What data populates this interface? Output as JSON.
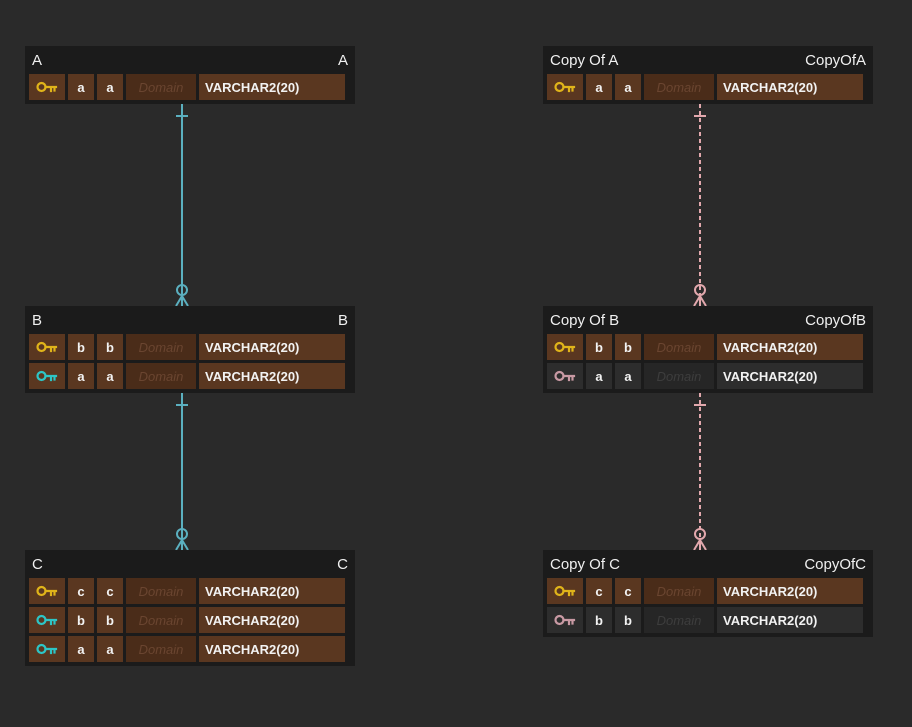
{
  "colors": {
    "background": "#2a2a2a",
    "entity_background": "#1b1b1b",
    "key_pk": "#e0b41a",
    "key_fk_identifying": "#2dc6c6",
    "key_fk_copy": "#c99aa4",
    "link_solid": "#5bb0c0",
    "link_dashed": "#e2a8ad",
    "pk_row": "#5a3720",
    "attr_row": "#2d2d2d"
  },
  "entities": [
    {
      "id": "A",
      "name": "A",
      "label": "A",
      "rows": [
        {
          "kind": "pk",
          "key_icon": "key-icon-pk",
          "col1": "a",
          "col2": "a",
          "domain": "Domain",
          "type": "VARCHAR2(20)"
        }
      ]
    },
    {
      "id": "B",
      "name": "B",
      "label": "B",
      "rows": [
        {
          "kind": "pk",
          "key_icon": "key-icon-pk",
          "col1": "b",
          "col2": "b",
          "domain": "Domain",
          "type": "VARCHAR2(20)"
        },
        {
          "kind": "fk",
          "key_icon": "key-icon-fk",
          "col1": "a",
          "col2": "a",
          "domain": "Domain",
          "type": "VARCHAR2(20)"
        }
      ]
    },
    {
      "id": "C",
      "name": "C",
      "label": "C",
      "rows": [
        {
          "kind": "pk",
          "key_icon": "key-icon-pk",
          "col1": "c",
          "col2": "c",
          "domain": "Domain",
          "type": "VARCHAR2(20)"
        },
        {
          "kind": "fk",
          "key_icon": "key-icon-fk",
          "col1": "b",
          "col2": "b",
          "domain": "Domain",
          "type": "VARCHAR2(20)"
        },
        {
          "kind": "fk",
          "key_icon": "key-icon-fk",
          "col1": "a",
          "col2": "a",
          "domain": "Domain",
          "type": "VARCHAR2(20)"
        }
      ]
    },
    {
      "id": "CopyOfA",
      "name": "Copy Of A",
      "label": "CopyOfA",
      "rows": [
        {
          "kind": "pk",
          "key_icon": "key-icon-pk",
          "col1": "a",
          "col2": "a",
          "domain": "Domain",
          "type": "VARCHAR2(20)"
        }
      ]
    },
    {
      "id": "CopyOfB",
      "name": "Copy Of B",
      "label": "CopyOfB",
      "rows": [
        {
          "kind": "pk",
          "key_icon": "key-icon-pk",
          "col1": "b",
          "col2": "b",
          "domain": "Domain",
          "type": "VARCHAR2(20)"
        },
        {
          "kind": "attr",
          "key_icon": "key-icon-fk-copy",
          "col1": "a",
          "col2": "a",
          "domain": "Domain",
          "type": "VARCHAR2(20)"
        }
      ]
    },
    {
      "id": "CopyOfC",
      "name": "Copy Of C",
      "label": "CopyOfC",
      "rows": [
        {
          "kind": "pk",
          "key_icon": "key-icon-pk",
          "col1": "c",
          "col2": "c",
          "domain": "Domain",
          "type": "VARCHAR2(20)"
        },
        {
          "kind": "attr",
          "key_icon": "key-icon-fk-copy",
          "col1": "b",
          "col2": "b",
          "domain": "Domain",
          "type": "VARCHAR2(20)"
        }
      ]
    }
  ],
  "relationships": [
    {
      "from": "A",
      "to": "B",
      "style": "solid",
      "cardinality": "one-to-zero-or-many"
    },
    {
      "from": "B",
      "to": "C",
      "style": "solid",
      "cardinality": "one-to-zero-or-many"
    },
    {
      "from": "CopyOfA",
      "to": "CopyOfB",
      "style": "dashed",
      "cardinality": "one-to-zero-or-many"
    },
    {
      "from": "CopyOfB",
      "to": "CopyOfC",
      "style": "dashed",
      "cardinality": "one-to-zero-or-many"
    }
  ]
}
